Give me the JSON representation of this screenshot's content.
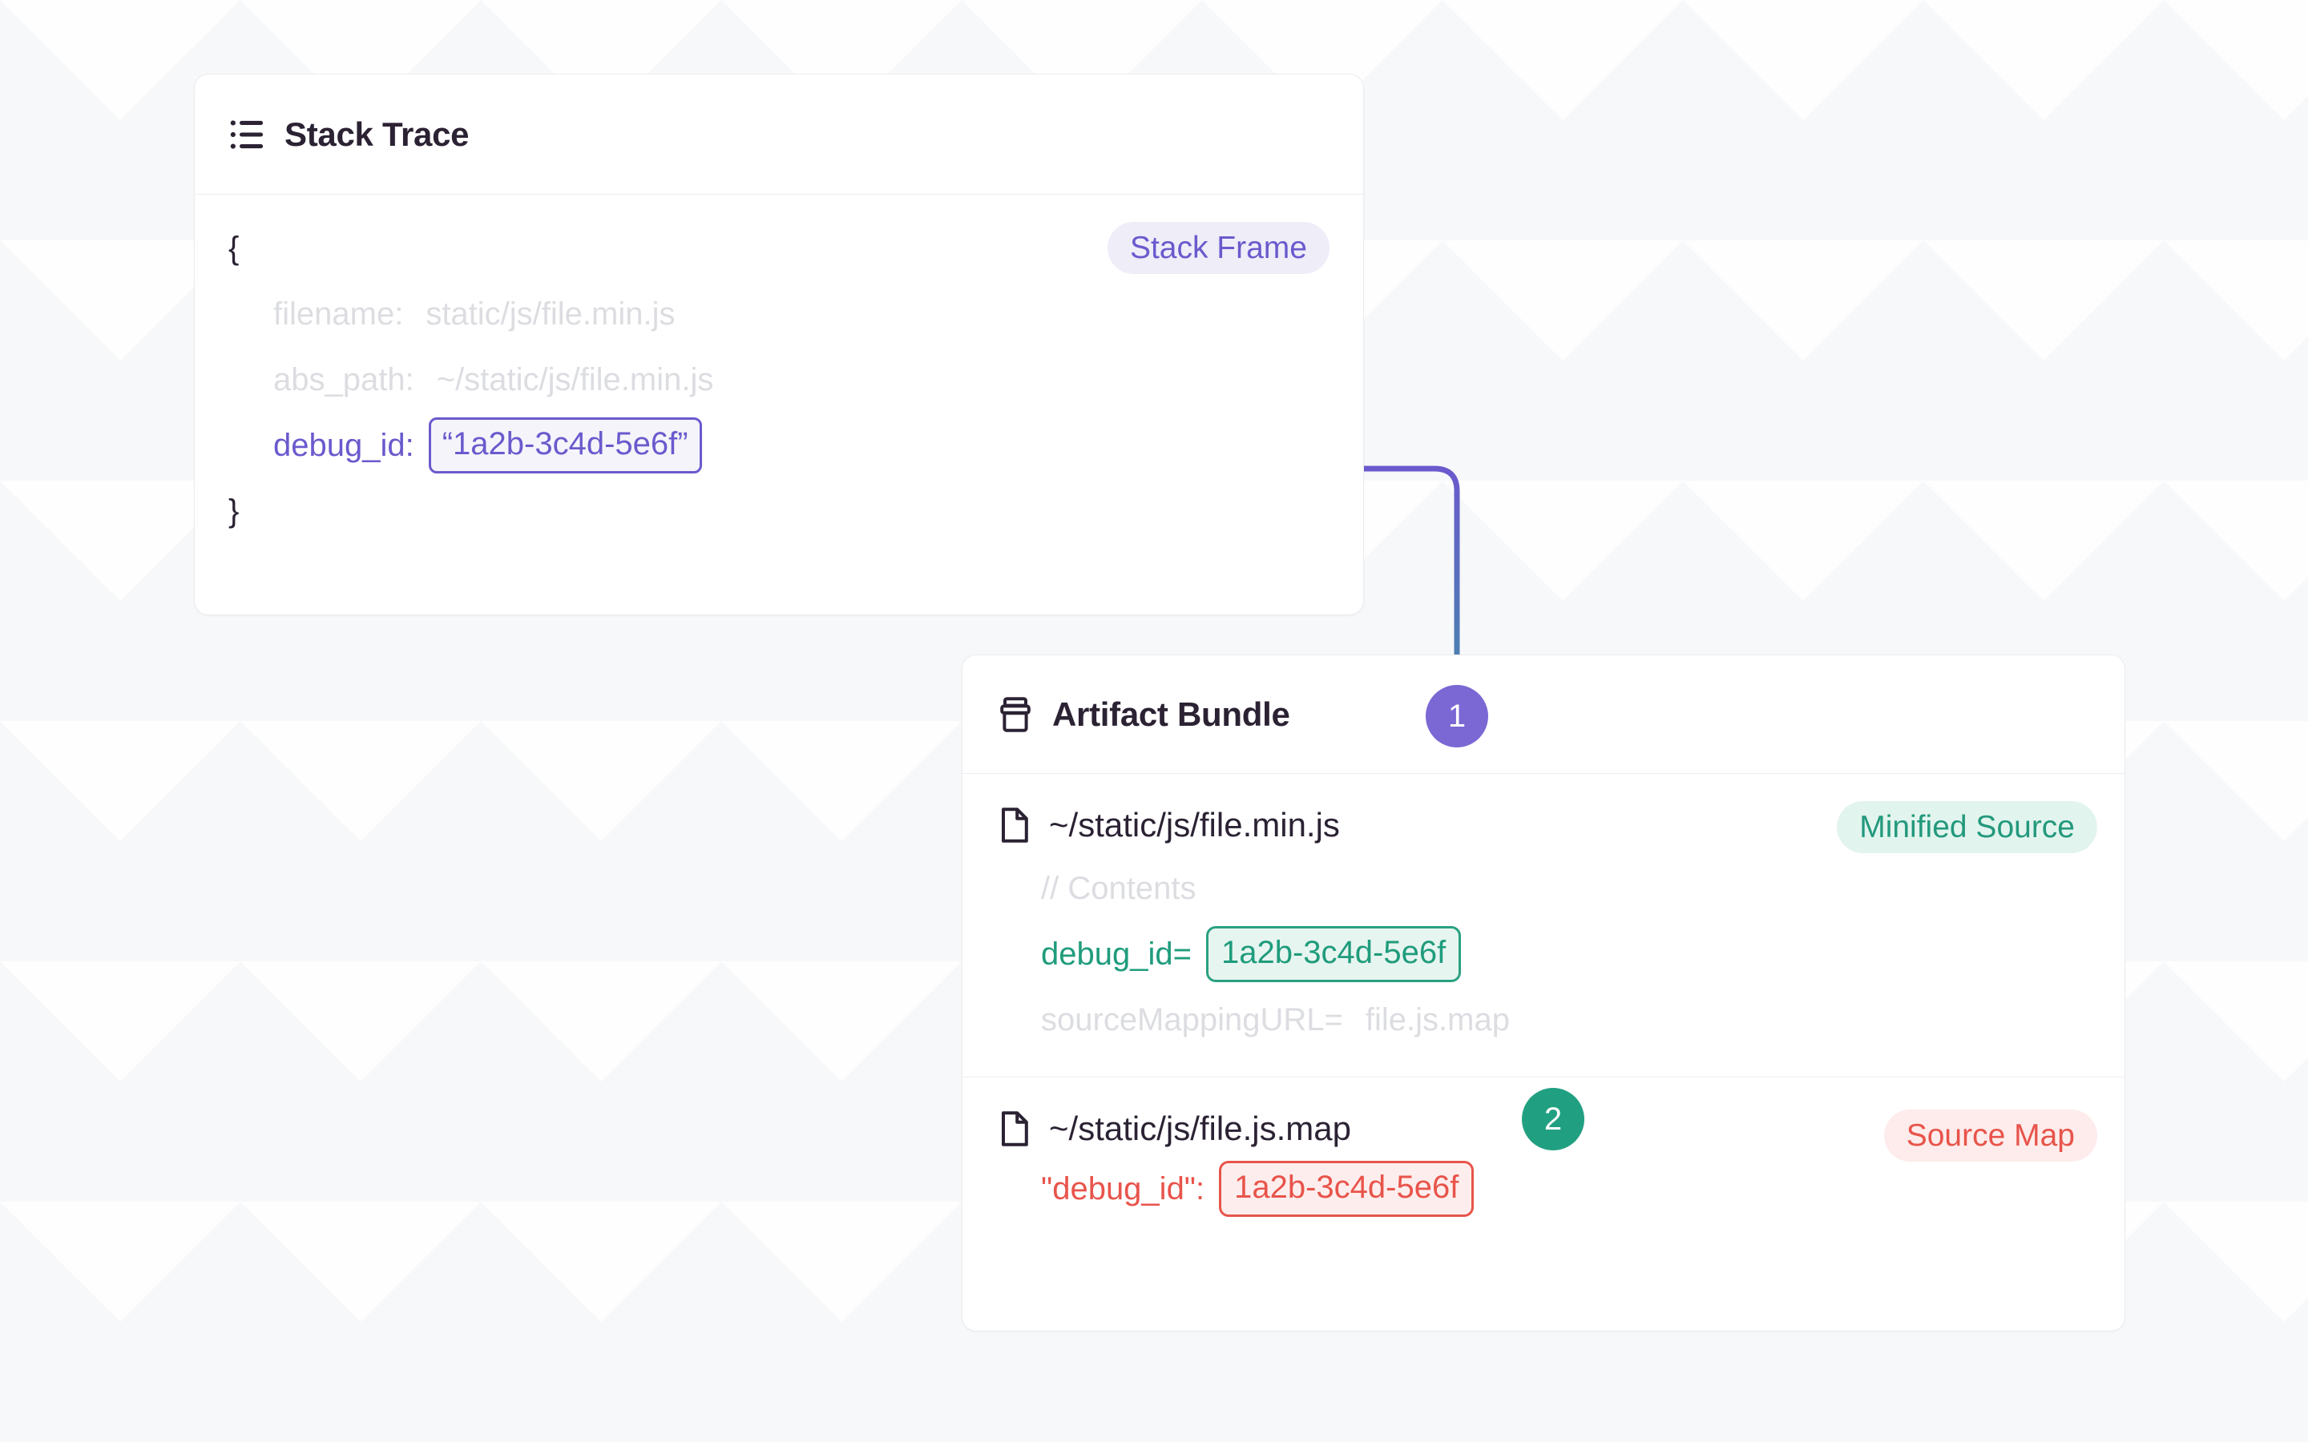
{
  "canvas": {
    "background_color": "#f7f8fa"
  },
  "colors": {
    "purple": "#6a5acd",
    "purple_badge": "#7b68d4",
    "green": "#2aa181",
    "green_badge": "#21a081",
    "red": "#e8544b",
    "text": "#2b2233",
    "muted": "#dcdde1",
    "card_border": "#ebecef"
  },
  "stack_trace_card": {
    "icon": "list-icon",
    "title": "Stack Trace",
    "badge": {
      "label": "Stack Frame",
      "style": "purple"
    },
    "open_brace": "{",
    "close_brace": "}",
    "rows": [
      {
        "key": "filename:",
        "value": "static/js/file.min.js",
        "style": "muted"
      },
      {
        "key": "abs_path:",
        "value": "~/static/js/file.min.js",
        "style": "muted"
      }
    ],
    "debug_id_row": {
      "key": "debug_id:",
      "value": "“1a2b-3c4d-5e6f”",
      "style": "purple"
    }
  },
  "artifact_bundle_card": {
    "icon": "package-icon",
    "title": "Artifact Bundle",
    "entries": [
      {
        "icon": "file-icon",
        "filename": "~/static/js/file.min.js",
        "badge": {
          "label": "Minified Source",
          "style": "green"
        },
        "lines": [
          {
            "type": "comment",
            "text": "// Contents"
          },
          {
            "type": "kv-chip",
            "key": "debug_id=",
            "value": "1a2b-3c4d-5e6f",
            "style": "green"
          },
          {
            "type": "kv-muted",
            "key": "sourceMappingURL=",
            "value": "file.js.map"
          }
        ]
      },
      {
        "icon": "file-icon",
        "filename": "~/static/js/file.js.map",
        "badge": {
          "label": "Source Map",
          "style": "red"
        },
        "lines": [
          {
            "type": "kv-chip",
            "key": "\"debug_id\":",
            "value": "1a2b-3c4d-5e6f",
            "style": "red"
          }
        ]
      }
    ]
  },
  "connectors": [
    {
      "step": "1",
      "from": "stack-trace-debug-id-chip",
      "to": "minified-source-debug-id-chip",
      "color_start": "#6a5acd",
      "color_end": "#21a081"
    },
    {
      "step": "2",
      "from": "minified-source-debug-id-chip",
      "to": "source-map-debug-id-chip",
      "color_start": "#21a081",
      "color_end": "#e8544b"
    }
  ],
  "step_badges": [
    {
      "label": "1",
      "style": "purple"
    },
    {
      "label": "2",
      "style": "green"
    }
  ]
}
